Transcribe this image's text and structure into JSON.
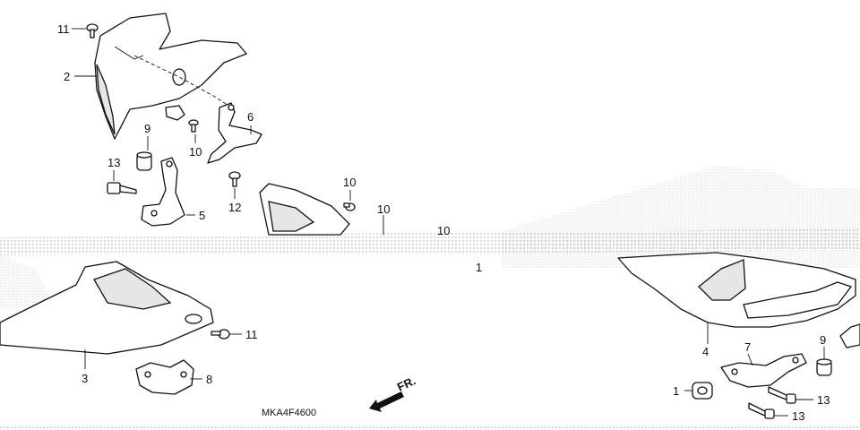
{
  "diagram": {
    "drawing_code": "MKA4F4600",
    "direction_label": "FR.",
    "callouts": {
      "c11_top": "11",
      "c2": "2",
      "c6": "6",
      "c9_left": "9",
      "c10_a": "10",
      "c13_left": "13",
      "c5": "5",
      "c10_b": "10",
      "c10_c": "10",
      "c12": "12",
      "c10_d": "10",
      "c1_center": "1",
      "c11_mid": "11",
      "c3": "3",
      "c8": "8",
      "c4": "4",
      "c7": "7",
      "c9_right": "9",
      "c1_right": "1",
      "c13_right_a": "13",
      "c13_right_b": "13"
    },
    "colors": {
      "line": "#111111",
      "background": "#ffffff",
      "stipple": "#9a9a9a"
    }
  }
}
